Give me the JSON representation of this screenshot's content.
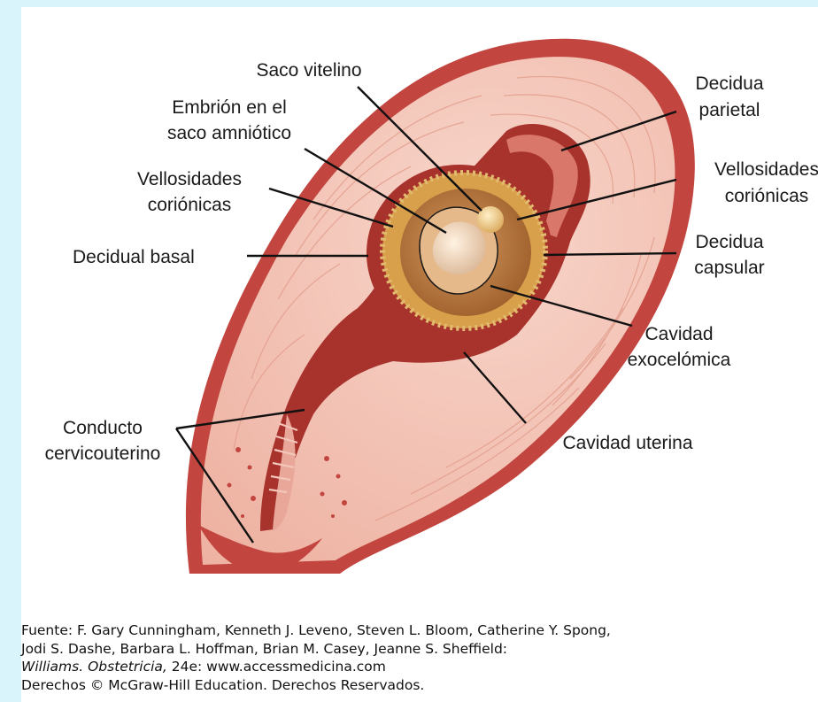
{
  "labels": {
    "saco_vitelino": "Saco vitelino",
    "embrion_line1": "Embrión en el",
    "embrion_line2": "saco amniótico",
    "vellosidades_left_line1": "Vellosidades",
    "vellosidades_left_line2": "coriónicas",
    "decidual_basal": "Decidual basal",
    "conducto_line1": "Conducto",
    "conducto_line2": "cervicouterino",
    "decidua_parietal_line1": "Decidua",
    "decidua_parietal_line2": "parietal",
    "vellosidades_right_line1": "Vellosidades",
    "vellosidades_right_line2": "coriónicas",
    "decidua_capsular_line1": "Decidua",
    "decidua_capsular_line2": "capsular",
    "cavidad_exo_line1": "Cavidad",
    "cavidad_exo_line2": "exocelómica",
    "cavidad_uterina": "Cavidad uterina"
  },
  "caption": {
    "line1": "Fuente: F. Gary Cunningham, Kenneth J. Leveno, Steven L. Bloom, Catherine Y. Spong,",
    "line2": "Jodi S. Dashe, Barbara L. Hoffman, Brian M. Casey, Jeanne S. Sheffield:",
    "line3_italic": "Williams. Obstetricia,",
    "line3_rest": " 24e: www.accessmedicina.com",
    "line4": "Derechos © McGraw-Hill Education. Derechos Reservados."
  },
  "colors": {
    "background": "#d9f4fb",
    "uterine_wall_outer": "#c2453f",
    "myometrium": "#f3c3b6",
    "decidua": "#a8322c",
    "chorion_gold": "#d8a04a",
    "exocoelom": "#b97a44",
    "embryo": "#f4dcc0"
  }
}
